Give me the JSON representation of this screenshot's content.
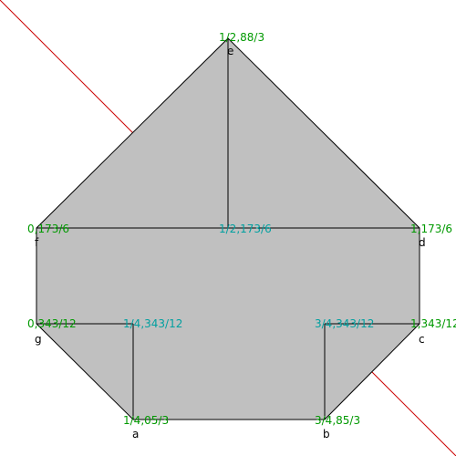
{
  "colors": {
    "background": "#ffffff",
    "polygon_fill": "#c0c0c0",
    "edge": "#000000",
    "diagonal": "#cc0000",
    "outer_label": "#009900",
    "inner_label": "#00a0a0",
    "vertex_name": "#000000"
  },
  "vertices": {
    "a": {
      "name": "a",
      "coord": "1/4,05/3"
    },
    "b": {
      "name": "b",
      "coord": "3/4,85/3"
    },
    "c": {
      "name": "c",
      "coord": "1,343/12"
    },
    "d": {
      "name": "d",
      "coord": "1,173/6"
    },
    "e": {
      "name": "e",
      "coord": "1/2,88/3"
    },
    "f": {
      "name": "f",
      "coord": "0,173/6"
    },
    "g": {
      "name": "g",
      "coord": "0,343/12"
    }
  },
  "inner_points": {
    "mid_top": "1/2,173/6",
    "left_inner": "1/4,343/12",
    "right_inner": "3/4,343/12"
  }
}
